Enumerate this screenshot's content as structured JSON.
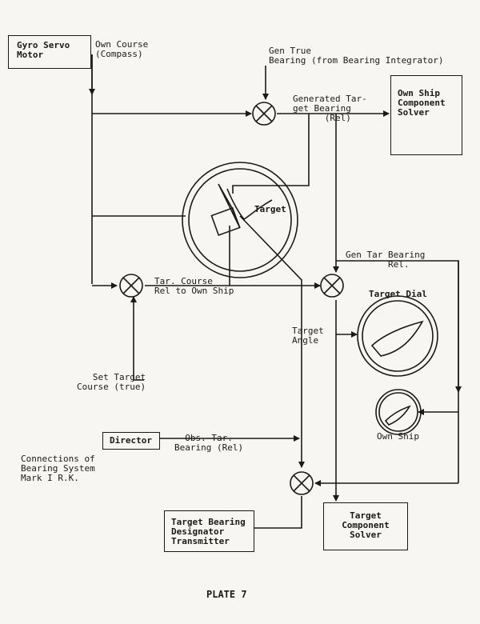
{
  "boxes": {
    "gyro_servo_motor": "Gyro Servo\nMotor",
    "own_ship_component_solver": "Own Ship\nComponent\nSolver",
    "director": "Director",
    "target_bearing_designator_transmitter": "Target Bearing\nDesignator\nTransmitter",
    "target_component_solver": "Target\nComponent\nSolver"
  },
  "labels": {
    "own_course": "Own Course\n(Compass)",
    "gen_true_bearing": "Gen True\nBearing (from Bearing Integrator)",
    "generated_target_bearing": "Generated Tar-\nget Bearing\n      (Rel)",
    "target": "Target",
    "gen_tar_bearing_rel": "Gen Tar Bearing\n        Rel.",
    "tar_course_rel": "Tar. Course\nRel to Own Ship",
    "target_dial": "Target Dial",
    "target_angle": "Target\nAngle",
    "set_target_course": "Set Target\nCourse (true)",
    "own_ship": "Own Ship",
    "obs_tar_bearing": "  Obs. Tar.\nBearing (Rel)",
    "connections_caption": "Connections of\nBearing System\nMark I R.K.",
    "plate": "PLATE 7"
  }
}
